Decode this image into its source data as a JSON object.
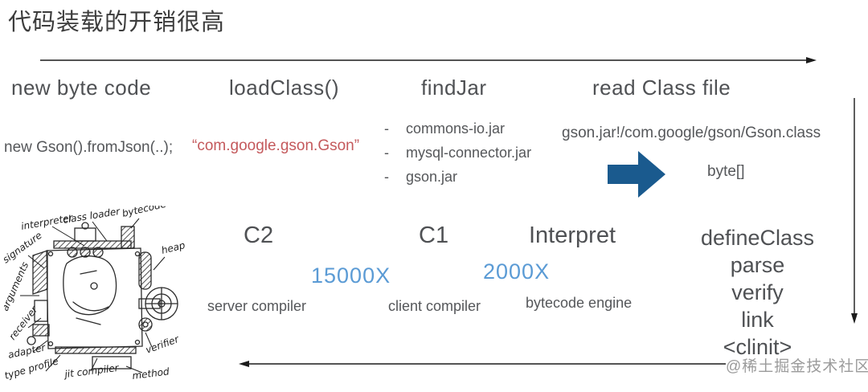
{
  "title": "代码装载的开销很高",
  "watermark": "@稀土掘金技术社区",
  "pipeline": {
    "stages": [
      {
        "label": "new byte code"
      },
      {
        "label": "loadClass()"
      },
      {
        "label": "findJar"
      },
      {
        "label": "read Class file"
      }
    ],
    "new_byte_code_detail": "new Gson().fromJson(..);",
    "load_class_detail": "“com.google.gson.Gson”",
    "jar_bullet": "-",
    "jars": [
      "commons-io.jar",
      "mysql-connector.jar",
      "gson.jar"
    ],
    "class_path": "gson.jar!/com.google/gson/Gson.class",
    "read_result": "byte[]"
  },
  "execution": {
    "tiers": [
      {
        "label": "C2",
        "sublabel": "server compiler"
      },
      {
        "label": "C1",
        "sublabel": "client compiler"
      },
      {
        "label": "Interpret",
        "sublabel": "bytecode engine"
      }
    ],
    "speedups": [
      "15000X",
      "2000X"
    ],
    "define_class": {
      "label": "defineClass",
      "steps": [
        "parse",
        "verify",
        "link",
        "<clinit>"
      ]
    }
  },
  "sketch": {
    "labels": [
      "interpreter",
      "class loader",
      "bytecode",
      "signature",
      "heap",
      "arguments",
      "receiver",
      "adapter",
      "type profile",
      "jit compiler",
      "verifier",
      "method"
    ]
  },
  "colors": {
    "title": "#3d3d3d",
    "text": "#58595b",
    "accent_red": "#c4595c",
    "accent_blue": "#5b9bd5",
    "block_arrow_blue": "#1a5a8e",
    "watermark": "#9b9b9b",
    "line": "#1b1b1b"
  }
}
